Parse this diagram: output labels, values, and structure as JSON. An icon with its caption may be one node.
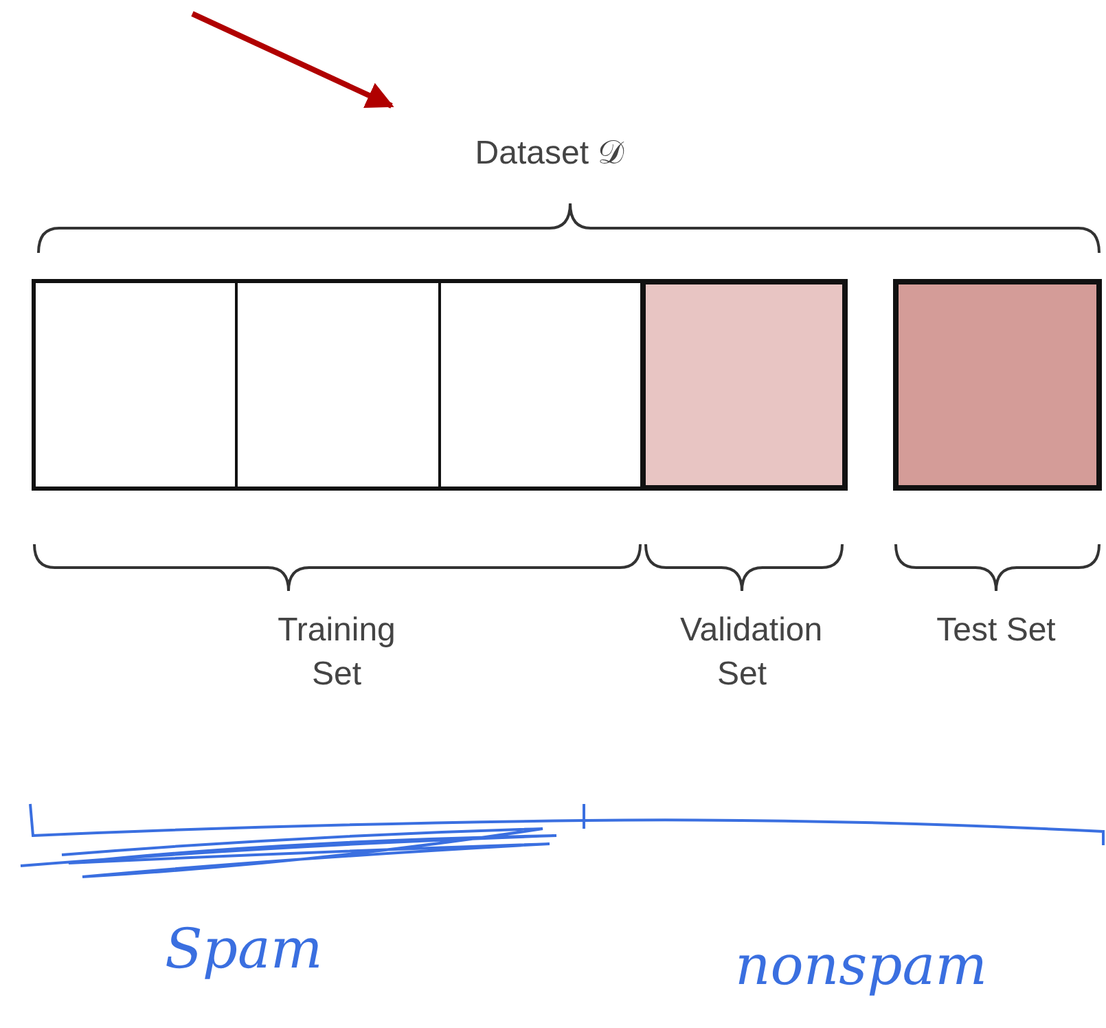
{
  "diagram": {
    "nodes": [
      {
        "text": [],
        "shape": "box"
      },
      {
        "text": [],
        "shape": "box"
      },
      {
        "text": [],
        "shape": "box"
      },
      {
        "text": [],
        "shape": "box"
      },
      {
        "text": [],
        "shape": "box"
      },
      {
        "text": [
          "Dataset 𝒟"
        ]
      }
    ],
    "edges": [
      {
        "from": null,
        "to": 5,
        "arrow": "to",
        "color": "#b00000"
      }
    ],
    "labels": [
      "Training Set",
      "Validation Set",
      "Test Set",
      "Spam",
      "nonspam"
    ]
  }
}
